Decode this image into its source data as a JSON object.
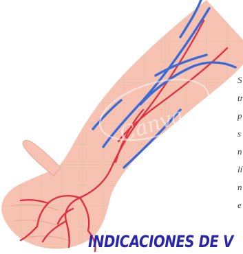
{
  "illustration": {
    "subject": "arm-veins-arteries",
    "colors": {
      "skin": "#f7c2b2",
      "skin_shadow": "#e9a593",
      "grid": "#d9c49c",
      "vein": "#3b6ad6",
      "artery": "#e0323f",
      "accent": "#2a26a8"
    }
  },
  "side_text": {
    "lines": [
      "S",
      "tr",
      "p",
      "s",
      "n",
      "lí",
      "n",
      "e"
    ]
  },
  "heading": {
    "text": "INDICACIONES DE V"
  }
}
